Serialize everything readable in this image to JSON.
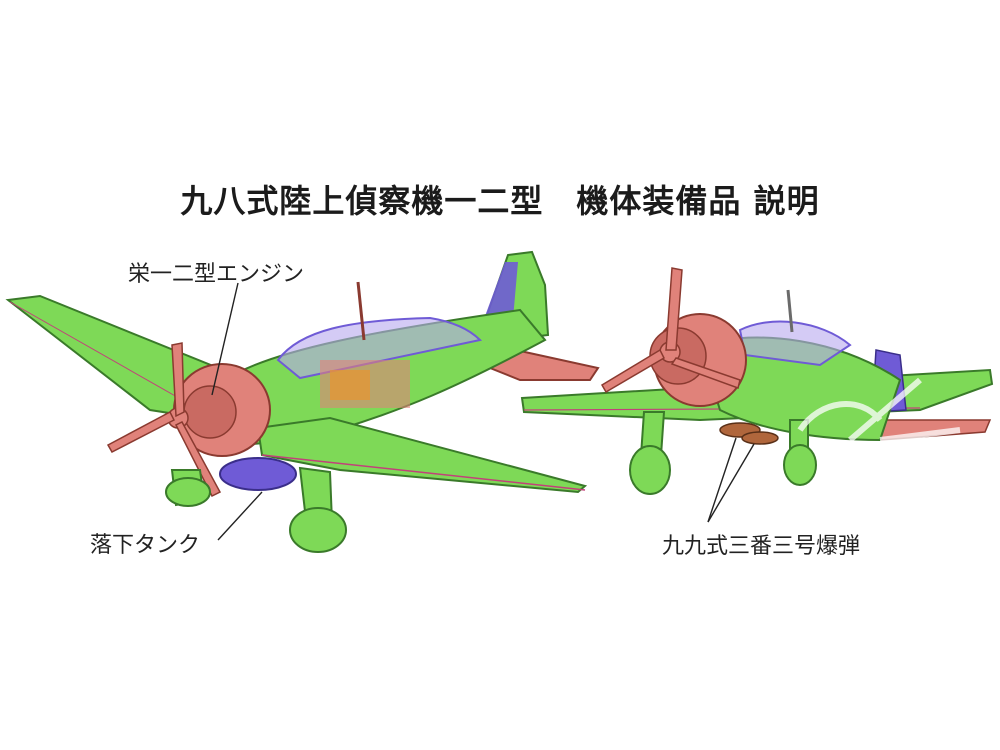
{
  "title": "九八式陸上偵察機一二型　機体装備品 説明",
  "callouts": {
    "engine": "栄一二型エンジン",
    "drop_tank": "落下タンク",
    "bomb": "九九式三番三号爆弾"
  },
  "colors": {
    "airframe": "#7ed957",
    "engine_prop": "#e0827a",
    "canopy_tail": "#6f5bd6",
    "outline": "#3a3a3a"
  }
}
